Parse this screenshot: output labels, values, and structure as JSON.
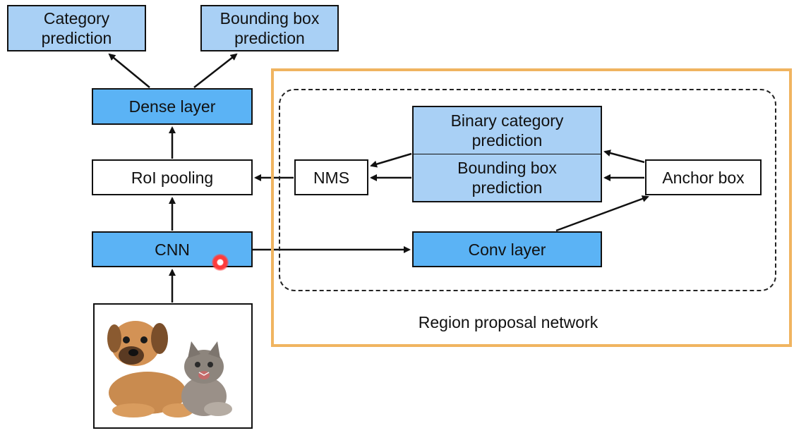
{
  "diagram": {
    "category_prediction": "Category\nprediction",
    "bounding_box_prediction": "Bounding box\nprediction",
    "dense_layer": "Dense layer",
    "roi_pooling": "RoI pooling",
    "cnn": "CNN",
    "nms": "NMS",
    "binary_category_prediction": "Binary category\nprediction",
    "rpn_bounding_box_prediction": "Bounding box\nprediction",
    "anchor_box": "Anchor box",
    "conv_layer": "Conv layer",
    "region_proposal_network": "Region proposal network"
  },
  "colors": {
    "light_blue": "#a9d0f5",
    "dark_blue": "#5bb3f5",
    "rpn_frame": "#f0b460",
    "pointer": "#ff3b3b"
  },
  "icons": {
    "input_image": "dog-and-cat-photo",
    "pointer": "cursor-pointer-dot"
  }
}
